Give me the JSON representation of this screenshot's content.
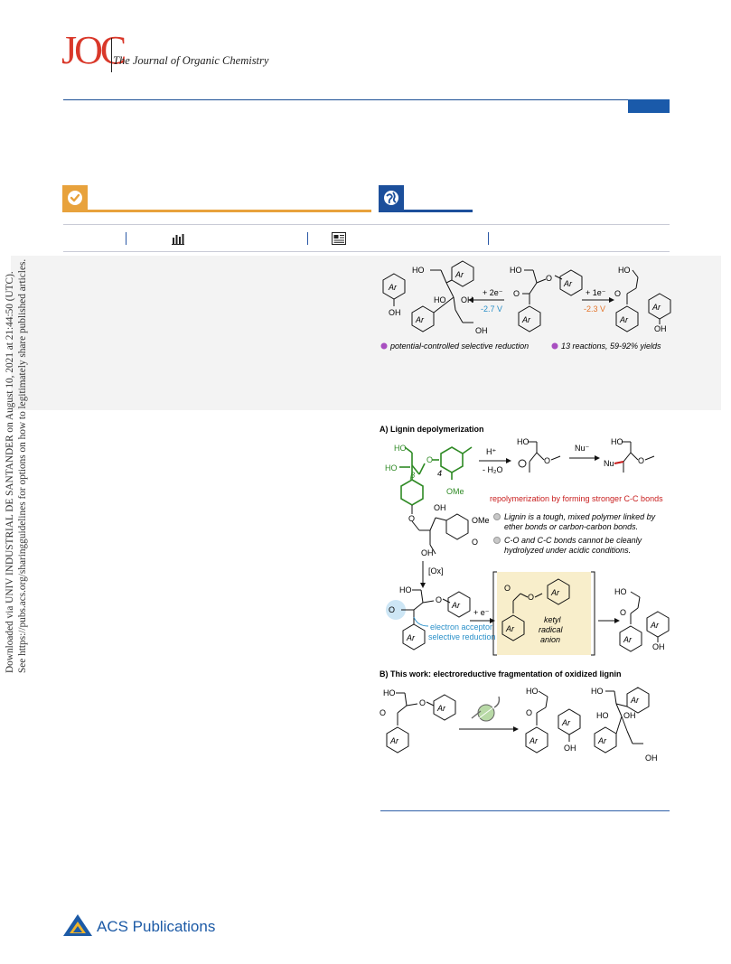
{
  "header": {
    "journal_logo": "JOC",
    "journal_name": "The Journal of Organic Chemistry"
  },
  "side_notice": {
    "line1": "Downloaded via UNIV INDUSTRIAL DE SANTANDER on August 10, 2021 at 21:44:50 (UTC).",
    "line2": "See https://pubs.acs.org/sharingguidelines for options on how to legitimately share published articles."
  },
  "toc_graphic": {
    "left_conditions": {
      "electrons": "+ 2e⁻",
      "potential": "-2.7 V"
    },
    "right_conditions": {
      "electrons": "+ 1e⁻",
      "potential": "-2.3 V"
    },
    "bullet_left": "potential-controlled selective reduction",
    "bullet_right": "13 reactions, 59-92% yields",
    "colors": {
      "left_potential": "#2a90c9",
      "right_potential": "#e4742a",
      "bullet": "#a84fc0"
    }
  },
  "scheme": {
    "section_a_title": "A) Lignin depolymerization",
    "acid_step": "H⁺",
    "water_loss": "- H₂O",
    "nucleophile": "Nu⁻",
    "nu_label": "Nu",
    "repolymerization_note": "repolymerization by forming stronger C-C bonds",
    "note_1a": "Lignin is a tough, mixed polymer linked by",
    "note_1b": "ether bonds or carbon-carbon bonds.",
    "note_2a": "C-O and C-C bonds cannot be cleanly",
    "note_2b": "hydrolyzed under acidic conditions.",
    "oxidation_step": "[Ox]",
    "electron_step": "+ e⁻",
    "acceptor_label_1": "electron acceptor",
    "acceptor_label_2": "selective reduction",
    "ketyl_1": "ketyl",
    "ketyl_2": "radical",
    "ketyl_3": "anion",
    "section_b_title": "B) This work: electroreductive fragmentation of oxidized lignin",
    "beta_label": "β",
    "four_label": "4",
    "ome": "OMe",
    "ho": "HO",
    "oh": "OH",
    "o": "O",
    "ar": "Ar",
    "colors": {
      "lignin_green": "#2f8a25",
      "red_note": "#c81d1d",
      "blue_note": "#2a90c9",
      "ketyl_box": "#f8eecb"
    }
  },
  "footer": {
    "publisher": "ACS Publications"
  }
}
